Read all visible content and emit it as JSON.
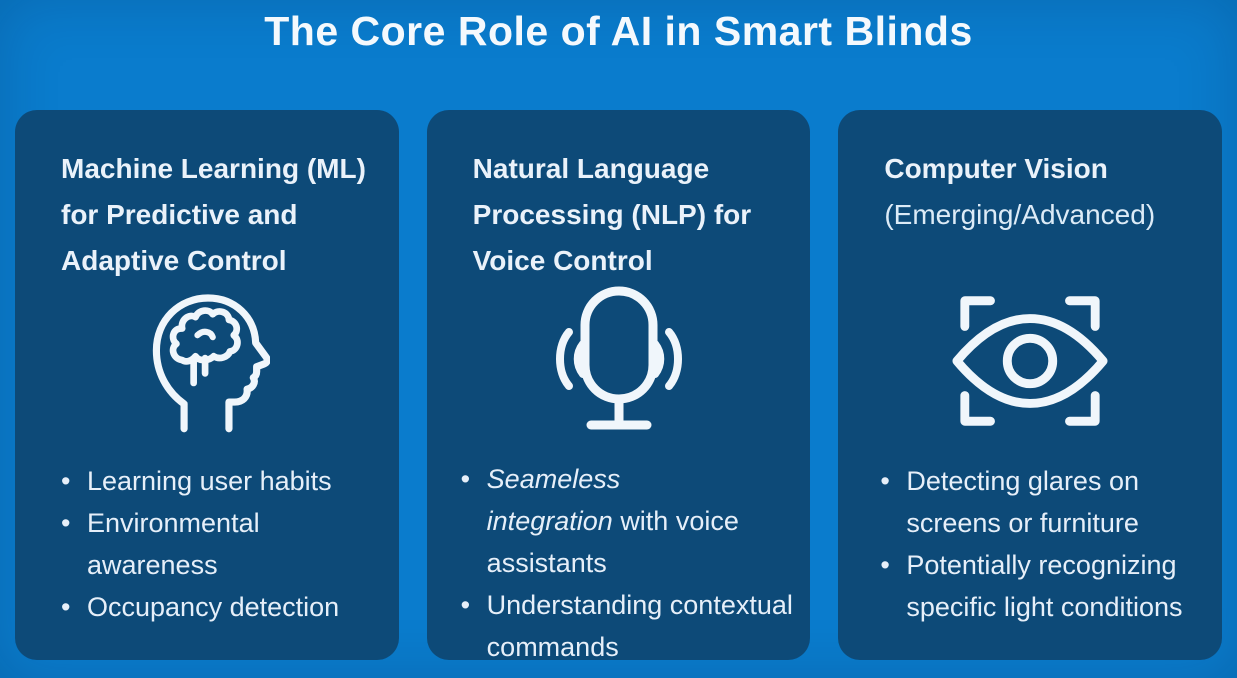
{
  "title": "The Core Role of AI in Smart Blinds",
  "colors": {
    "background": "#0a7ccd",
    "card": "#0d4a78",
    "title_text": "#f4f9fd",
    "body_text": "#e6eff9"
  },
  "cards": [
    {
      "heading": "Machine Learning (ML) for Predictive and Adaptive Control",
      "icon": "head-brain-icon",
      "bullets": [
        {
          "text": "Learning user habits"
        },
        {
          "text": "Environmental awareness"
        },
        {
          "text": "Occupancy detection"
        }
      ]
    },
    {
      "heading": "Natural Language Processing (NLP) for Voice Control",
      "icon": "microphone-voice-icon",
      "bullets": [
        {
          "em": "Seameless integration",
          "text": "with voice assistants"
        },
        {
          "text": "Understanding contextual commands"
        }
      ]
    },
    {
      "heading": "Computer Vision",
      "subheading": "(Emerging/Advanced)",
      "icon": "eye-scan-icon",
      "bullets": [
        {
          "text": "Detecting glares on screens or furniture"
        },
        {
          "text": "Potentially recognizing specific light conditions"
        }
      ]
    }
  ]
}
